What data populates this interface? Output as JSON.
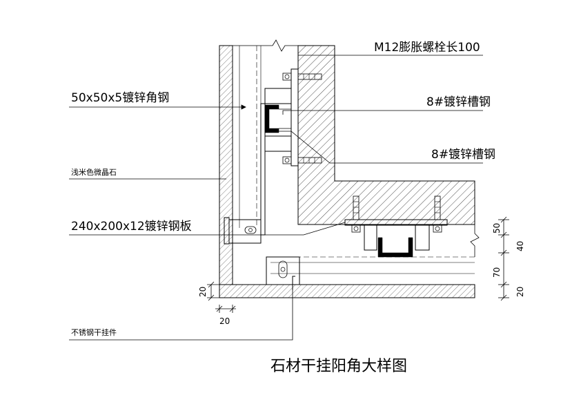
{
  "title": "石材干挂阳角大样图",
  "labels": {
    "bolt": "M12膨胀螺栓长100",
    "angle_steel": "50x50x5镀锌角钢",
    "channel_top": "8#镀锌槽钢",
    "channel_mid": "8#镀锌槽钢",
    "stone": "浅米色微晶石",
    "plate": "240x200x12镀锌钢板",
    "hanger": "不锈钢干挂件"
  },
  "dimensions": {
    "left_20": "20",
    "bottom_20": "20",
    "right_50": "50",
    "right_40": "40",
    "right_70": "70",
    "right_20": "20"
  }
}
